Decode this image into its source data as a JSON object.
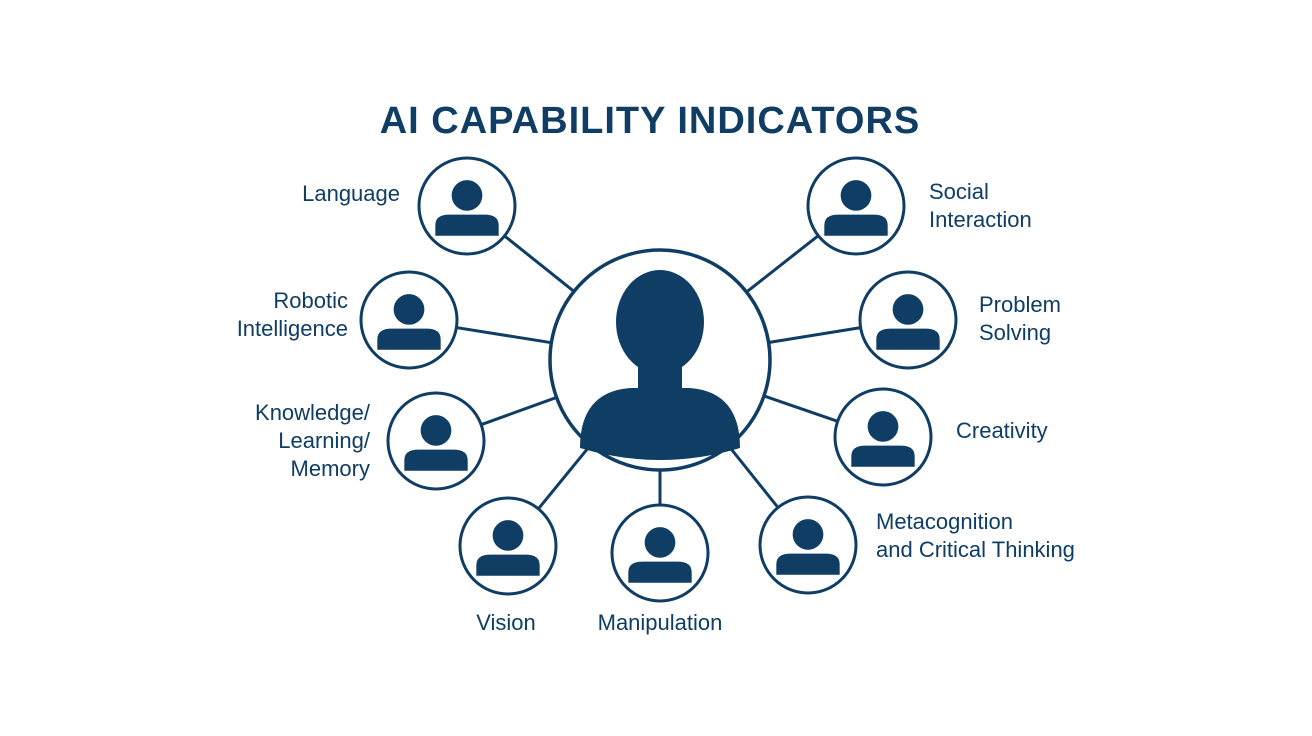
{
  "title": "AI CAPABILITY INDICATORS",
  "colors": {
    "primary": "#0f3d64",
    "background": "#ffffff"
  },
  "center": {
    "icon": "person-icon"
  },
  "nodes": [
    {
      "key": "language",
      "lines": [
        "Language"
      ]
    },
    {
      "key": "robotic-intelligence",
      "lines": [
        "Robotic",
        "Intelligence"
      ]
    },
    {
      "key": "knowledge-learning-memory",
      "lines": [
        "Knowledge/",
        "Learning/",
        "Memory"
      ]
    },
    {
      "key": "vision",
      "lines": [
        "Vision"
      ]
    },
    {
      "key": "manipulation",
      "lines": [
        "Manipulation"
      ]
    },
    {
      "key": "metacognition",
      "lines": [
        "Metacognition",
        "and Critical Thinking"
      ]
    },
    {
      "key": "creativity",
      "lines": [
        "Creativity"
      ]
    },
    {
      "key": "problem-solving",
      "lines": [
        "Problem",
        "Solving"
      ]
    },
    {
      "key": "social-interaction",
      "lines": [
        "Social",
        "Interaction"
      ]
    }
  ]
}
